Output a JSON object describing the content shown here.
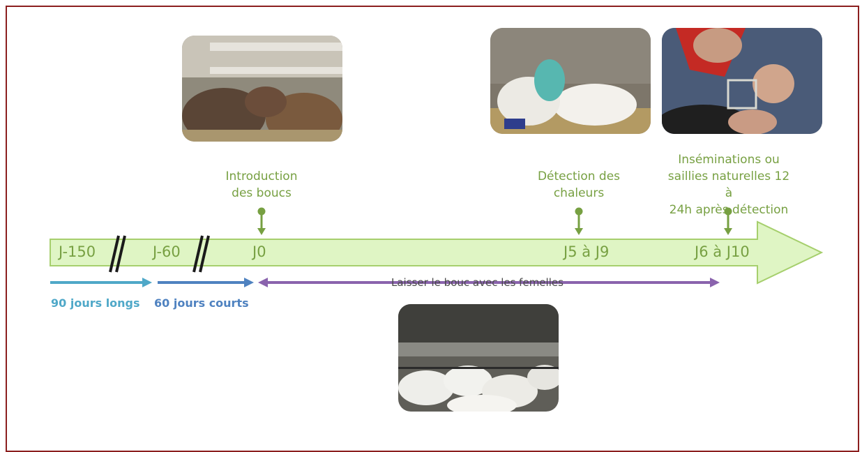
{
  "events": {
    "introduction": "Introduction\ndes boucs",
    "detection": "Détection des\nchaleurs",
    "insemination": "Inséminations ou\nsaillies naturelles 12 à\n24h après détection"
  },
  "timeline": {
    "j150": "J-150",
    "j60": "J-60",
    "j0": "J0",
    "j5_9": "J5 à J9",
    "j6_10": "J6 à J10"
  },
  "periods": {
    "long_days": "90 jours longs",
    "short_days": "60 jours courts",
    "buck_with_females": "Laisser le bouc avec les femelles"
  },
  "colors": {
    "green_text": "#77a042",
    "arrow_fill": "#dff5c4",
    "arrow_border": "#a6cf6d",
    "long_days": "#4fa8c8",
    "short_days": "#4f82c0",
    "buck_period": "#8a63ad"
  }
}
